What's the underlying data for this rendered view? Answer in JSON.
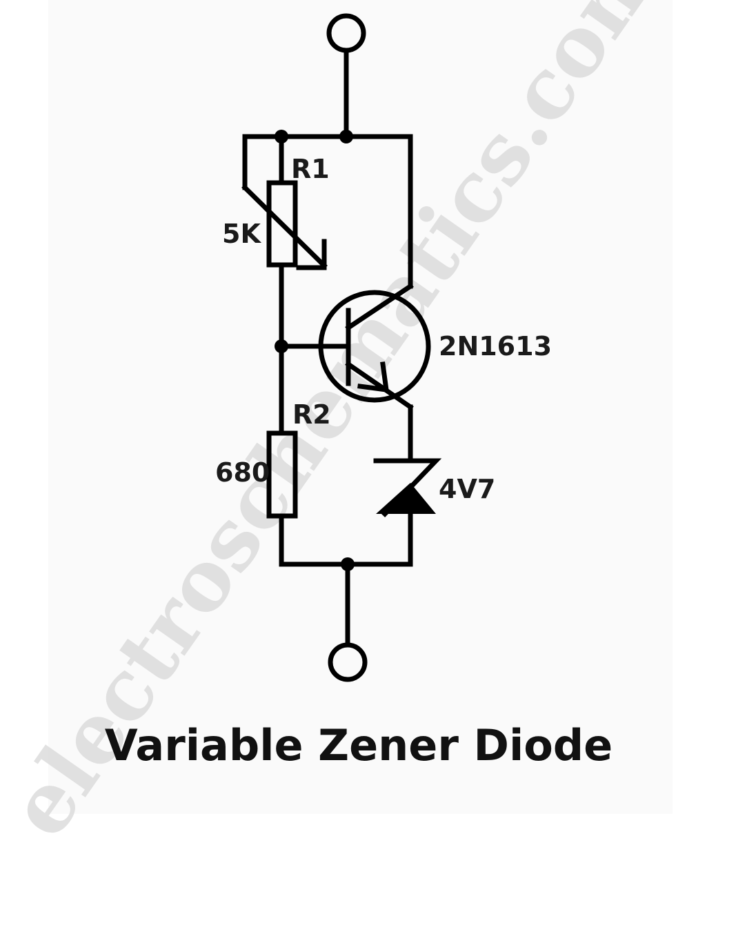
{
  "watermark": "electroschematics.com",
  "title": "Variable Zener Diode",
  "components": {
    "r1": {
      "designator": "R1",
      "value": "5K",
      "kind": "variable resistor"
    },
    "r2": {
      "designator": "R2",
      "value": "680",
      "kind": "resistor"
    },
    "q1": {
      "part": "2N1613",
      "kind": "NPN transistor"
    },
    "d1": {
      "value": "4V7",
      "kind": "zener diode"
    }
  },
  "colors": {
    "ink": "#000000",
    "background": "#ffffff",
    "panel": "#fafafa",
    "watermark": "#d8d8d8"
  }
}
